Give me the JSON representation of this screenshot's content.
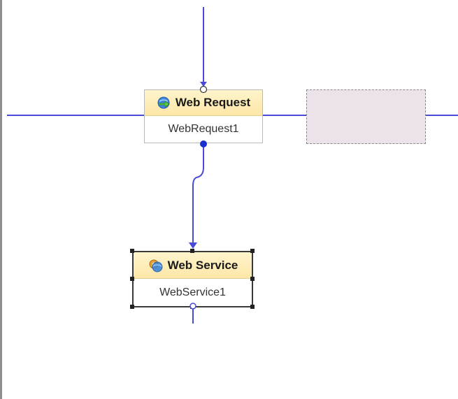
{
  "canvas": {
    "background": "#ffffff",
    "guide_color": "#4a4ad8"
  },
  "nodes": {
    "web_request": {
      "title": "Web Request",
      "name": "WebRequest1",
      "icon": "web-request-icon",
      "header_color": "#fde9ad"
    },
    "web_service": {
      "title": "Web Service",
      "name": "WebService1",
      "icon": "web-service-icon",
      "header_color": "#fde9ad",
      "selected": true
    }
  },
  "placeholder": {
    "fill": "#ece3ea"
  }
}
